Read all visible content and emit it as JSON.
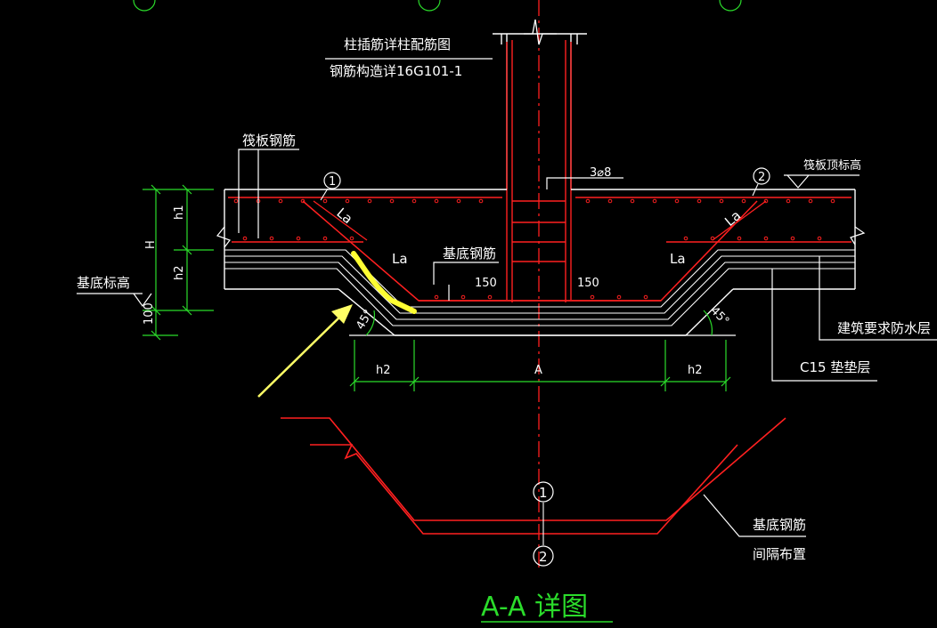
{
  "labels": {
    "column_note_1": "柱插筋详柱配筋图",
    "column_note_2": "钢筋构造详16G101-1",
    "raft_rebar": "筏板钢筋",
    "raft_top_elev": "筏板顶标高",
    "base_elev": "基底标高",
    "stirrup": "3⌀8",
    "base_rebar": "基底钢筋",
    "waterproof": "建筑要求防水层",
    "cushion": "C15 垫垫层",
    "base_rebar_2": "基底钢筋",
    "spacing": "间隔布置",
    "la_1": "La",
    "la_2": "La",
    "la_3": "La",
    "la_4": "La",
    "dim_150_left": "150",
    "dim_150_right": "150",
    "dim_h1": "h1",
    "dim_h2": "h2",
    "dim_H": "H",
    "dim_100": "100",
    "dim_h2_left": "h2",
    "dim_A": "A",
    "dim_h2_right": "h2",
    "angle_left": "45°",
    "angle_right": "45°",
    "marker_1": "1",
    "marker_2": "2",
    "marker_1b": "1",
    "marker_2b": "2",
    "title": "A-A 详图"
  },
  "colors": {
    "background": "#000000",
    "line": "#ffffff",
    "rebar": "#ff2020",
    "dimension": "#2bdc2b",
    "highlight": "#ffff33",
    "arrow": "#ffff66"
  }
}
